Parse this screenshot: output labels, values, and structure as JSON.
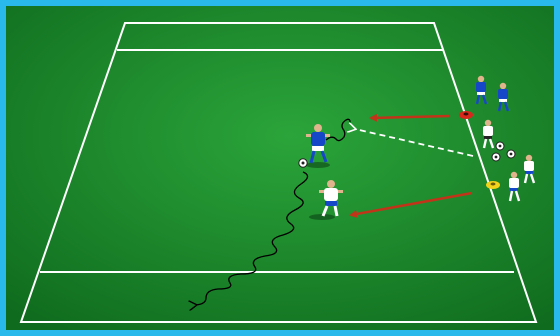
{
  "diagram": {
    "type": "soccer-drill",
    "colors": {
      "border": "#29b9ea",
      "grass_light": "#2ba53a",
      "grass_dark": "#0f6b1e",
      "lines": "#ffffff",
      "pass_arrow": "#c2341a",
      "run_arrow": "#ffffff",
      "dribble_path": "#000000",
      "cone_red": "#d8261c",
      "cone_yellow": "#f2d21a",
      "team_blue": "#1747c9",
      "team_white": "#ffffff"
    },
    "players": [
      {
        "team": "blue",
        "role": "attacker-dribbling"
      },
      {
        "team": "white",
        "role": "defender"
      },
      {
        "team": "blue",
        "role": "queue"
      },
      {
        "team": "blue",
        "role": "queue"
      },
      {
        "team": "white",
        "role": "queue"
      },
      {
        "team": "white",
        "role": "queue"
      },
      {
        "team": "white",
        "role": "queue"
      }
    ],
    "cones": [
      {
        "color": "red",
        "role": "blue-start"
      },
      {
        "color": "yellow",
        "role": "white-start"
      }
    ],
    "ball_count": 4,
    "arrows": [
      {
        "style": "solid",
        "color": "red",
        "meaning": "pass"
      },
      {
        "style": "solid",
        "color": "red",
        "meaning": "pass"
      },
      {
        "style": "dashed",
        "color": "white",
        "meaning": "run"
      },
      {
        "style": "wavy",
        "color": "black",
        "meaning": "dribble"
      }
    ]
  }
}
